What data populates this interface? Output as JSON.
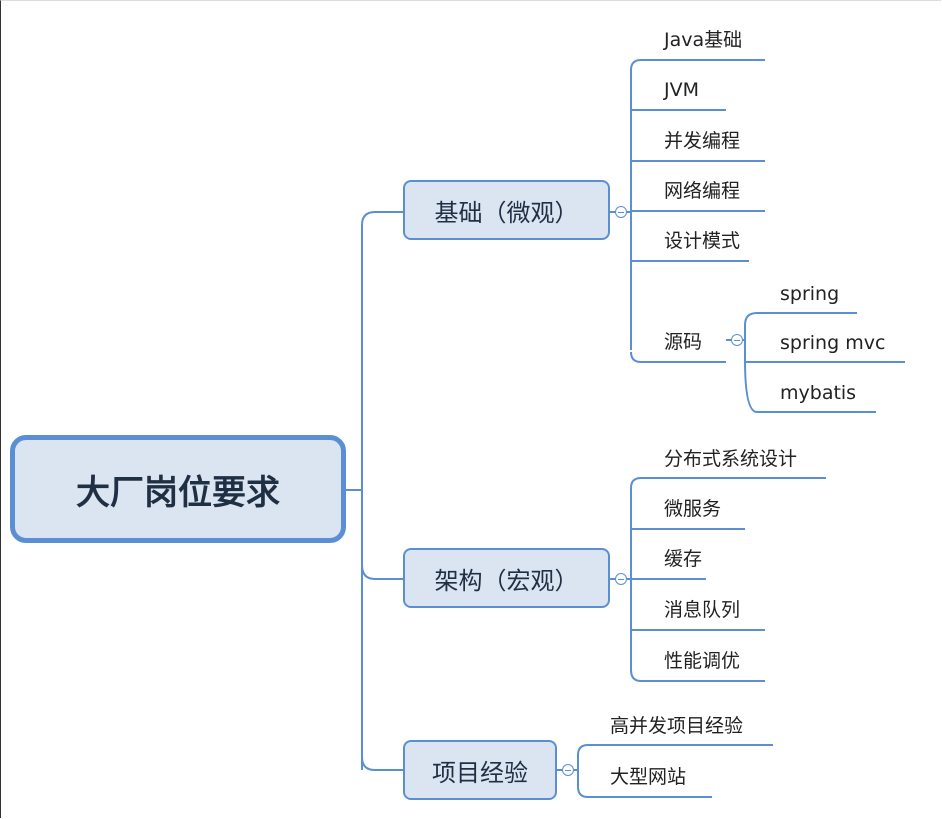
{
  "root": {
    "label": "大厂岗位要求"
  },
  "branches": [
    {
      "label": "基础（微观）",
      "children": [
        "Java基础",
        "JVM",
        "并发编程",
        "网络编程",
        "设计模式",
        "源码"
      ],
      "source_children": [
        "spring",
        "spring mvc",
        "mybatis"
      ]
    },
    {
      "label": "架构（宏观）",
      "children": [
        "分布式系统设计",
        "微服务",
        "缓存",
        "消息队列",
        "性能调优"
      ]
    },
    {
      "label": "项目经验",
      "children": [
        "高并发项目经验",
        "大型网站"
      ]
    }
  ],
  "colors": {
    "line": "#5b8fd4",
    "node_fill": "#dbe4f1",
    "text": "#1f2f44"
  }
}
